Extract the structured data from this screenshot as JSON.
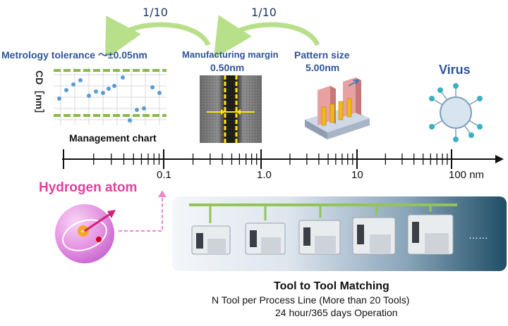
{
  "ratios": {
    "left": "1/10",
    "right": "1/10"
  },
  "metrology": {
    "label": "Metrology tolerance ～±0.05nm",
    "axis_label": "CD［nm］",
    "chart_label": "Management chart"
  },
  "manufacturing": {
    "label": "Manufacturing margin",
    "value": "0.50nm"
  },
  "pattern": {
    "label": "Pattern size",
    "value": "5.00nm"
  },
  "virus": {
    "label": "Virus"
  },
  "scale": {
    "tick_01": "0.1",
    "tick_1": "1.0",
    "tick_10": "10",
    "tick_100": "100 nm"
  },
  "hydrogen": {
    "label": "Hydrogen atom"
  },
  "tools": {
    "ellipsis": "……",
    "title": "Tool to Tool Matching",
    "line1": "N Tool per Process Line (More than 20 Tools)",
    "line2": "24 hour/365 days Operation"
  },
  "colors": {
    "title_blue": "#2f5597",
    "hydrogen_pink": "#e040a0",
    "arrow_green": "#92d050",
    "guide_green": "#7cb342"
  }
}
